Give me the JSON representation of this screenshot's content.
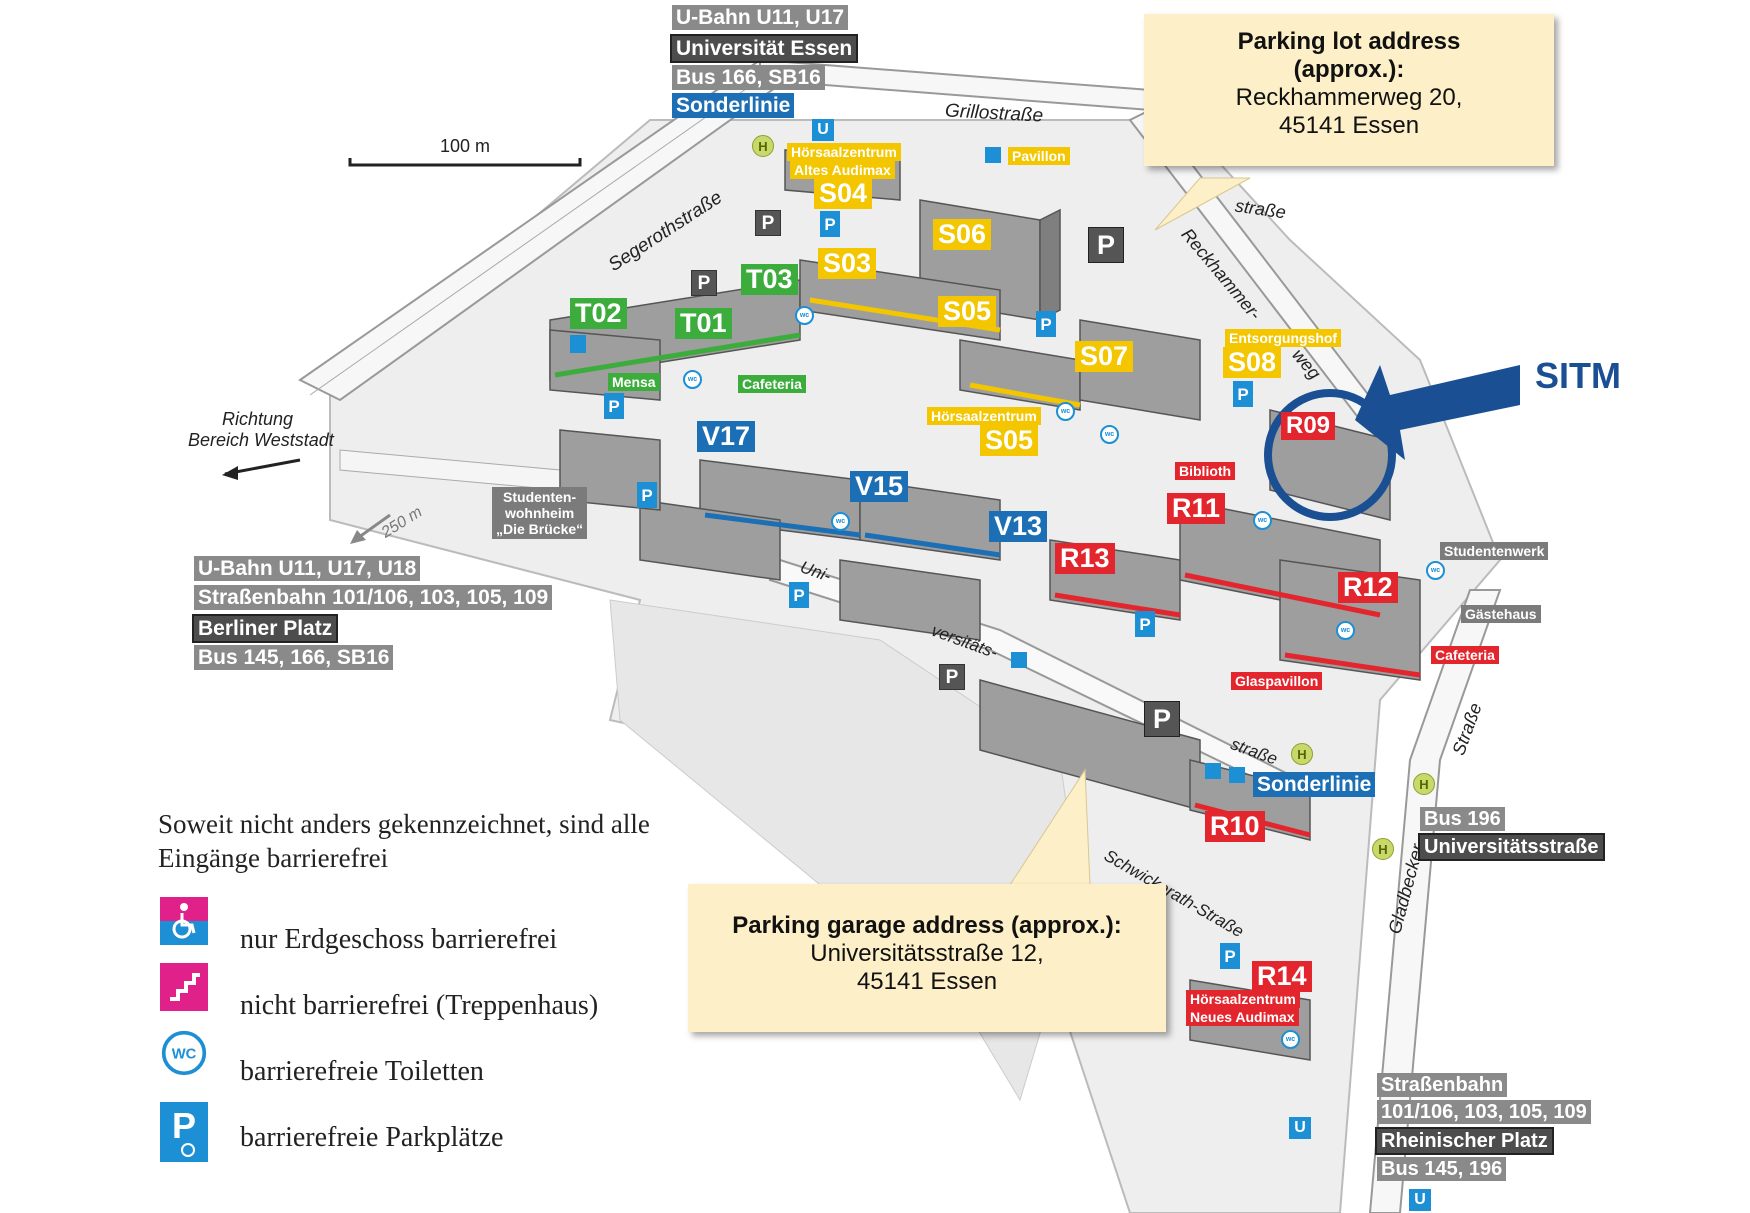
{
  "scale_bar": "100 m",
  "direction": {
    "line1": "Richtung",
    "line2": "Bereich Weststadt",
    "distance": "250 m"
  },
  "streets": {
    "grillo": "Grillostraße",
    "segeroth": "Segerothstraße",
    "reckhammer_a": "Reckhammer-",
    "reckhammer_b": "weg",
    "reckhammer_top": "straße",
    "uni_a": "Uni-",
    "uni_b": "versitäts-",
    "uni_c": "straße",
    "schwicko": "Schwickerath-Straße",
    "gladbecker_a": "Gladbecker",
    "gladbecker_b": "Straße"
  },
  "transit": {
    "top": [
      "U-Bahn U11, U17",
      "Universität Essen",
      "Bus 166, SB16",
      "Sonderlinie"
    ],
    "left": [
      "U-Bahn U11, U17, U18",
      "Straßenbahn 101/106, 103, 105, 109",
      "Berliner Platz",
      "Bus 145, 166, SB16"
    ],
    "right_bus": [
      "Bus 196",
      "Universitätsstraße"
    ],
    "bottom_right": [
      "Straßenbahn",
      "101/106, 103, 105, 109",
      "Rheinischer Platz",
      "Bus 145, 196"
    ],
    "sonderlinie_bottom": "Sonderlinie"
  },
  "buildings": {
    "S04": "S04",
    "S03": "S03",
    "S06": "S06",
    "S05a": "S05",
    "S05b": "S05",
    "S07": "S07",
    "S08": "S08",
    "T01": "T01",
    "T02": "T02",
    "T03": "T03",
    "V13": "V13",
    "V15": "V15",
    "V17": "V17",
    "R09": "R09",
    "R10": "R10",
    "R11": "R11",
    "R12": "R12",
    "R13": "R13",
    "R14": "R14"
  },
  "small_labels": {
    "hoersaal_alt_1": "Hörsaalzentrum",
    "hoersaal_alt_2": "Altes Audimax",
    "pavillon": "Pavillon",
    "entsorgung": "Entsorgungshof",
    "hoersaal_s05": "Hörsaalzentrum",
    "mensa": "Mensa",
    "cafeteria_t": "Cafeteria",
    "bibliothek": "Biblioth",
    "studentenwerk": "Studentenwerk",
    "gaestehaus": "Gästehaus",
    "cafeteria_r": "Cafeteria",
    "glaspavillon": "Glaspavillon",
    "hoersaal_neu_1": "Hörsaalzentrum",
    "hoersaal_neu_2": "Neues Audimax",
    "wohnheim_1": "Studenten-",
    "wohnheim_2": "wohnheim",
    "wohnheim_3": "„Die Brücke“"
  },
  "markers": {
    "parking": "P",
    "ubahn": "U",
    "haltestelle": "H",
    "wc": "wc"
  },
  "sitm": {
    "label": "SITM",
    "color": "#1a4f94"
  },
  "callout_lot": {
    "title_1": "Parking lot address",
    "title_2": "(approx.):",
    "line_1": "Reckhammerweg 20,",
    "line_2": "45141 Essen"
  },
  "callout_garage": {
    "title": "Parking garage address (approx.):",
    "line_1": "Universitätsstraße 12,",
    "line_2": "45141 Essen"
  },
  "legend": {
    "intro_1": "Soweit nicht anders gekennzeichnet, sind alle",
    "intro_2": "Eingänge barrierefrei",
    "items": [
      "nur Erdgeschoss barrierefrei",
      "nicht barrierefrei (Treppenhaus)",
      "barrierefreie Toiletten",
      "barrierefreie Parkplätze"
    ]
  },
  "colors": {
    "yellow": "#f3c600",
    "green": "#3cad3c",
    "blue": "#1d6fb5",
    "red": "#e3262e",
    "magenta": "#e0218a",
    "info_blue": "#1d8fd4"
  }
}
